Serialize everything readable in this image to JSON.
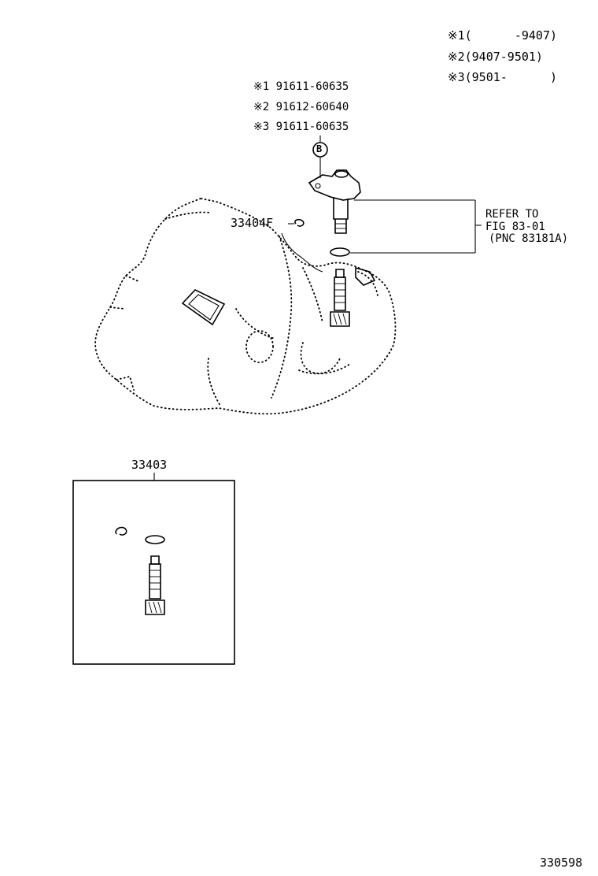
{
  "legend": [
    {
      "mark": "※1",
      "text": "(      -9407)"
    },
    {
      "mark": "※2",
      "text": "(9407-9501)"
    },
    {
      "mark": "※3",
      "text": "(9501-      )"
    }
  ],
  "bolt_variants": [
    {
      "mark": "※1",
      "part": "91611-60635"
    },
    {
      "mark": "※2",
      "part": "91612-60640"
    },
    {
      "mark": "※3",
      "part": "91611-60635"
    }
  ],
  "callout_b": "B",
  "parts": {
    "clip": "33404F",
    "kit": "33403"
  },
  "refer": {
    "line1": "REFER TO",
    "line2": "FIG 83-01",
    "line3": "(PNC 83181A)"
  },
  "figure_number": "330598"
}
